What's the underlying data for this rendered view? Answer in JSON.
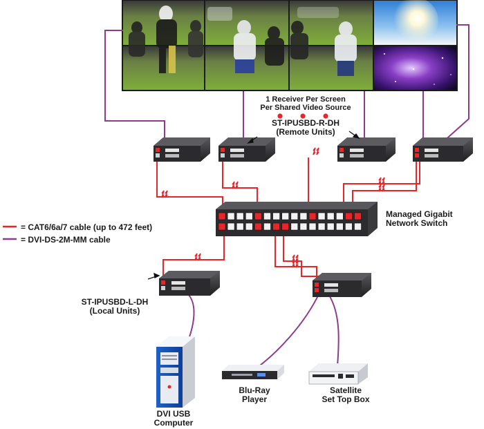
{
  "colors": {
    "cat_cable": "#e8262a",
    "dvi_cable": "#8e3a8c",
    "device_dark": "#2e2e30",
    "device_top": "#4a4a4d",
    "switch_body": "#3a3a3d",
    "port_face": "#f2f2f2",
    "port_active": "#e8262a",
    "source_dot": "#e8262a"
  },
  "video_wall": {
    "panels": [
      {
        "content": "football-action-photo"
      },
      {
        "content": "football-action-photo"
      },
      {
        "content": "football-action-photo"
      },
      {
        "content": "sky-sun-photo"
      },
      {
        "content": "football-action-photo"
      },
      {
        "content": "football-action-photo"
      },
      {
        "content": "football-action-photo"
      },
      {
        "content": "purple-galaxy-photo"
      }
    ]
  },
  "labels": {
    "receiver_note_line1": "1 Receiver Per Screen",
    "receiver_note_line2": "Per Shared Video Source",
    "remote_model": "ST-IPUSBD-R-DH",
    "remote_desc": "(Remote Units)",
    "switch_line1": "Managed Gigabit",
    "switch_line2": "Network Switch",
    "local_model": "ST-IPUSBD-L-DH",
    "local_desc": "(Local Units)",
    "computer_line1": "DVI USB",
    "computer_line2": "Computer",
    "bluray_line1": "Blu-Ray",
    "bluray_line2": "Player",
    "satellite_line1": "Satellite",
    "satellite_line2": "Set Top Box"
  },
  "legend": {
    "items": [
      {
        "text": "= CAT6/6a/7 cable (up to 472 feet)",
        "color": "#e8262a"
      },
      {
        "text": "= DVI-DS-2M-MM cable",
        "color": "#8e3a8c"
      }
    ]
  },
  "icons": {
    "arrow": "small-black-arrow",
    "cable_break": "zigzag-break-mark"
  }
}
